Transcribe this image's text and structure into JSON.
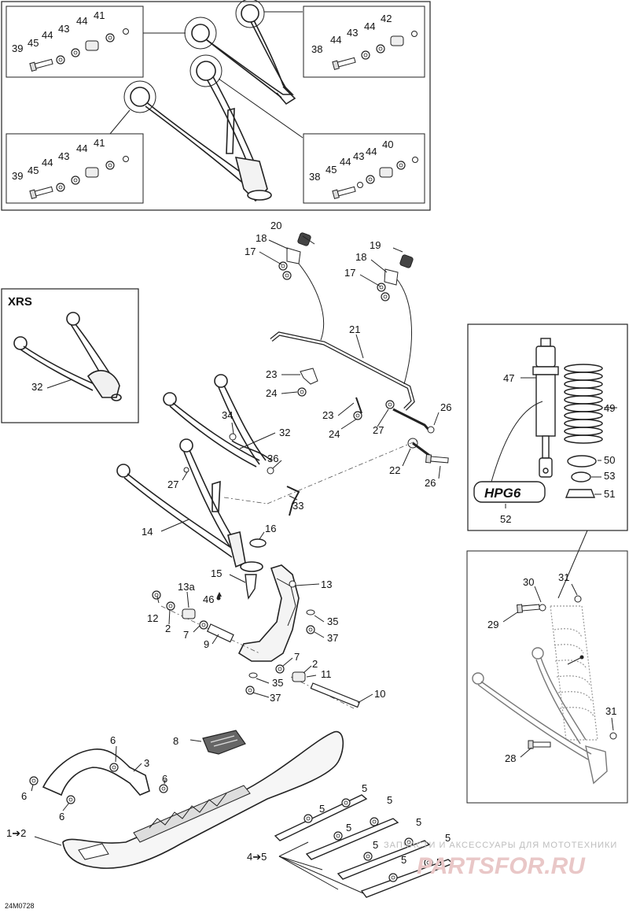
{
  "diagram": {
    "panel_title_xrs": "XRS",
    "figure_code": "24M0728",
    "watermark_text": "ЗАПЧАСТИ И АКСЕССУАРЫ ДЛЯ МОТОТЕХНИКИ",
    "watermark_logo": "PARTSFOR.RU",
    "brand_label": "HPG6",
    "labels": {
      "tl_41": "41",
      "tl_39": "39",
      "tl_45": "45",
      "tl_44a": "44",
      "tl_43": "43",
      "tl_44b": "44",
      "tr_42": "42",
      "tr_44a": "44",
      "tr_43": "43",
      "tr_44b": "44",
      "tr_38": "38",
      "bl_41": "41",
      "bl_39": "39",
      "bl_45": "45",
      "bl_44a": "44",
      "bl_43": "43",
      "bl_44b": "44",
      "br_40": "40",
      "br_44a": "44",
      "br_43": "43",
      "br_44b": "44",
      "br_38": "38",
      "br_45": "45",
      "n20": "20",
      "n18a": "18",
      "n17a": "17",
      "n19": "19",
      "n18b": "18",
      "n17b": "17",
      "n21": "21",
      "n23a": "23",
      "n24a": "24",
      "n23b": "23",
      "n24b": "24",
      "n27a": "27",
      "n26a": "26",
      "n22": "22",
      "n26b": "26",
      "n32xrs": "32",
      "n34": "34",
      "n32": "32",
      "n36": "36",
      "n27b": "27",
      "n33": "33",
      "n14": "14",
      "n16": "16",
      "n15": "15",
      "n13": "13",
      "n13a": "13a",
      "n46": "46",
      "n12": "12",
      "n2a": "2",
      "n7a": "7",
      "n9": "9",
      "n35a": "35",
      "n37a": "37",
      "n7b": "7",
      "n2b": "2",
      "n11": "11",
      "n35b": "35",
      "n37b": "37",
      "n10": "10",
      "n47": "47",
      "n49": "49",
      "n50": "50",
      "n53": "53",
      "n51": "51",
      "n52": "52",
      "n30": "30",
      "n31a": "31",
      "n29": "29",
      "n31b": "31",
      "n28": "28",
      "n8": "8",
      "n6a": "6",
      "n3": "3",
      "n6b": "6",
      "n6c": "6",
      "n12arrow": "1➔2",
      "n45arrow": "4➔5",
      "n5a": "5",
      "n5b": "5",
      "n5c": "5",
      "n5d": "5",
      "n5e": "5",
      "n5f": "5",
      "n5g": "5",
      "n5h": "5",
      "n5i": "5"
    }
  }
}
